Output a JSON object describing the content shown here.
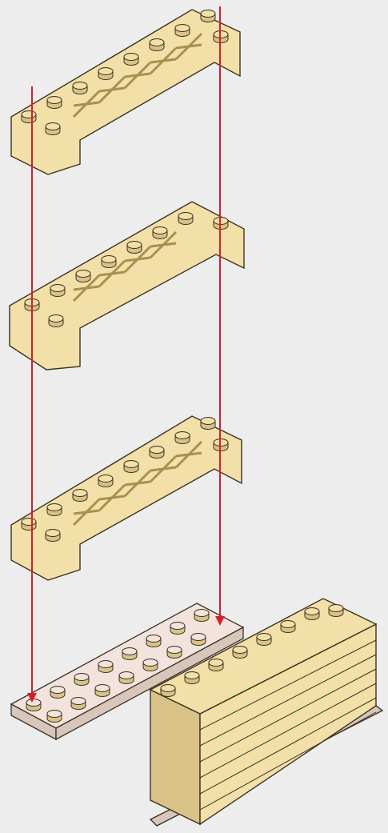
{
  "diagram": {
    "kind": "exploded-assembly-instructions",
    "part_color": "#f3dfa8",
    "part_side_color": "#d9c288",
    "part_dark_color": "#a8904f",
    "part_edge_color": "#3a3322",
    "baseplate_color": "#f2e4dc",
    "baseplate_side_color": "#d9c6bb",
    "arrow_color": "#d61f2b",
    "layers": [
      {
        "name": "layer-1-arch",
        "shape": "brick-arch"
      },
      {
        "name": "layer-2-arch-with-end-blocks",
        "shape": "brick-arch"
      },
      {
        "name": "layer-3-arch",
        "shape": "brick-arch"
      },
      {
        "name": "layer-4-baseplate",
        "shape": "plate-2x8"
      }
    ],
    "result": {
      "name": "assembled-wall",
      "shape": "brick-wall"
    },
    "guide_arrows": 2
  }
}
